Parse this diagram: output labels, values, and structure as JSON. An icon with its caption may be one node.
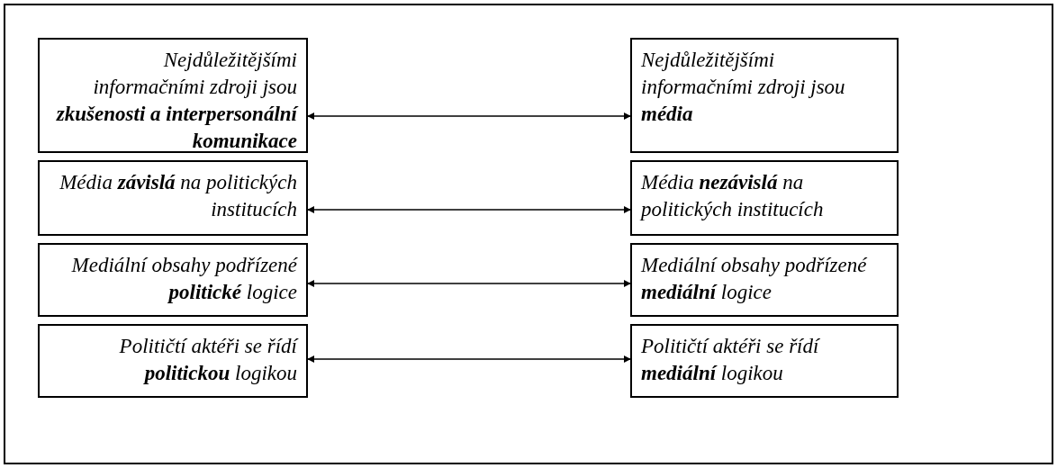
{
  "diagram": {
    "nodes": [
      {
        "text": [
          "Nejdůležitějšími informačními zdroji jsou **zkušenosti a interpersonální komunikace**"
        ]
      },
      {
        "text": [
          "Nejdůležitějšími informačními zdroji jsou **média**"
        ]
      },
      {
        "text": [
          "Média **závislá** na politických institucích"
        ]
      },
      {
        "text": [
          "Média **nezávislá** na politických institucích"
        ]
      },
      {
        "text": [
          "Mediální obsahy podřízené **politické** logice"
        ]
      },
      {
        "text": [
          "Mediální obsahy podřízené **mediální** logice"
        ]
      },
      {
        "text": [
          "Političtí aktéři se řídí **politickou** logikou"
        ]
      },
      {
        "text": [
          "Političtí aktéři se řídí **mediální** logikou"
        ]
      }
    ],
    "edges": [
      {
        "from": 0,
        "to": 1,
        "arrow": "both"
      },
      {
        "from": 2,
        "to": 3,
        "arrow": "both"
      },
      {
        "from": 4,
        "to": 5,
        "arrow": "both"
      },
      {
        "from": 6,
        "to": 7,
        "arrow": "both"
      }
    ]
  }
}
